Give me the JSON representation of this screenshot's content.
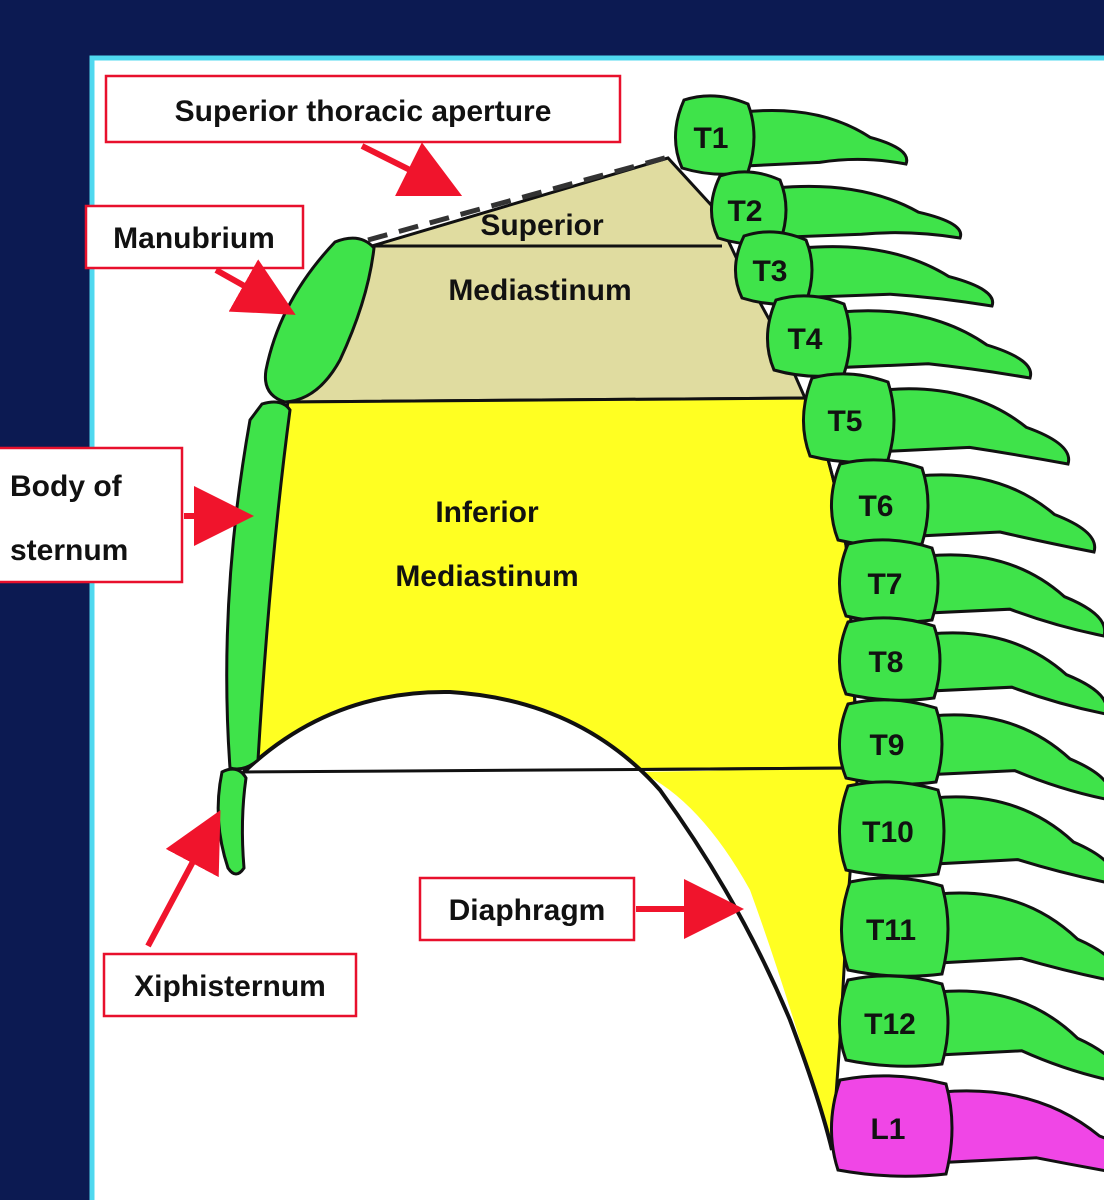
{
  "regions": {
    "superior_line1": "Superior",
    "superior_line2": "Mediastinum",
    "inferior_line1": "Inferior",
    "inferior_line2": "Mediastinum"
  },
  "callouts": {
    "superior_aperture": "Superior thoracic aperture",
    "manubrium": "Manubrium",
    "body_line1": "Body of",
    "body_line2": "sternum",
    "xiphisternum": "Xiphisternum",
    "diaphragm": "Diaphragm"
  },
  "vertebrae": [
    "T1",
    "T2",
    "T3",
    "T4",
    "T5",
    "T6",
    "T7",
    "T8",
    "T9",
    "T10",
    "T11",
    "T12",
    "L1"
  ],
  "colors": {
    "background": "#0c1a52",
    "frame_border": "#4fd8ef",
    "bone": "#3fe34a",
    "lumbar": "#f046e6",
    "superior_region": "#e0dca0",
    "inferior_region": "#ffff22",
    "callout_border": "#e8102c",
    "arrow": "#f0142c"
  }
}
